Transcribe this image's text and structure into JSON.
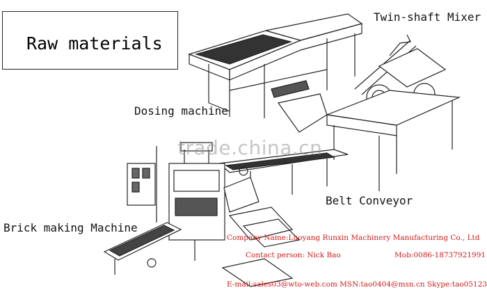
{
  "labels": {
    "raw_materials": "Raw materials",
    "twin_shaft_mixer": "Twin-shaft Mixer",
    "dosing_machine": "Dosing machine",
    "belt_conveyor": "Belt Conveyor",
    "brick_making_machine": "Brick making Machine"
  },
  "watermark": "trade.china.cn",
  "contact": {
    "company": "Company Name:Luoyang Runxin Machinery Manufacturing Co., Ltd",
    "person": "Contact person: Nick Bao",
    "mobile": "Mob:0086-18737921991",
    "email_line": "E-mail:sales03@wto-web.com MSN:tao0404@msn.cn Skype:tao05123"
  },
  "colors": {
    "line": "#222222",
    "contact_text": "#d11a1a",
    "watermark": "#999999"
  }
}
